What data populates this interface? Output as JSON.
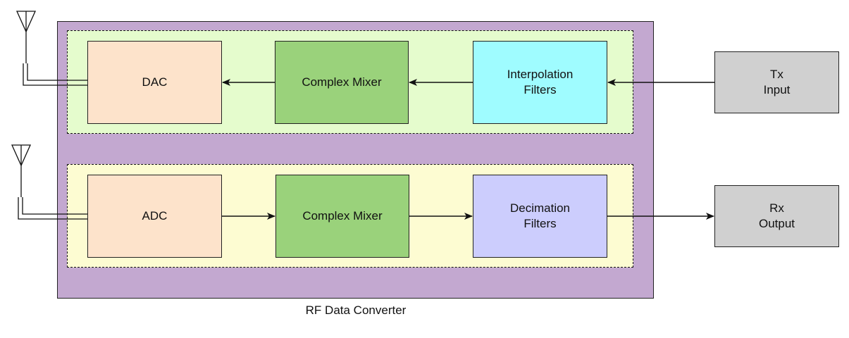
{
  "diagram": {
    "caption": "RF Data Converter",
    "tx_chain": {
      "dac": "DAC",
      "mixer": "Complex Mixer",
      "filters": "Interpolation\nFilters",
      "input": "Tx\nInput"
    },
    "rx_chain": {
      "adc": "ADC",
      "mixer": "Complex Mixer",
      "filters": "Decimation\nFilters",
      "output": "Rx\nOutput"
    },
    "colors": {
      "outer_fill": "#c3a8d0",
      "tx_lane_fill": "#e5fccd",
      "rx_lane_fill": "#fdfcd2",
      "converter_fill": "#fde3cb",
      "mixer_fill": "#9ad27b",
      "interpolation_fill": "#9ffcff",
      "decimation_fill": "#cccdfd",
      "io_fill": "#d0d0d0"
    },
    "icons": [
      "antenna-icon",
      "antenna-icon"
    ]
  }
}
